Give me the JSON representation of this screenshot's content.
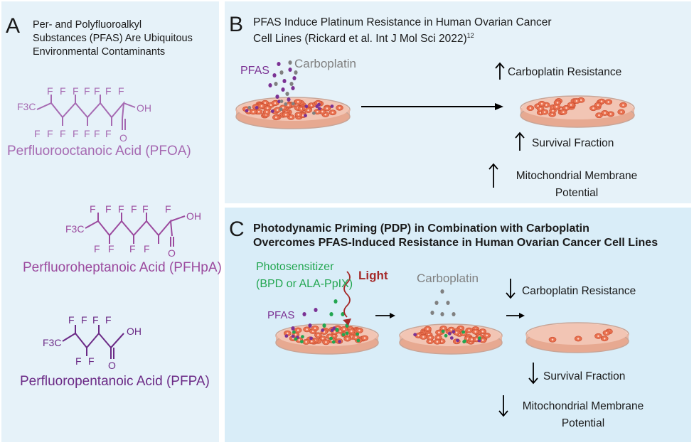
{
  "panel_a": {
    "letter": "A",
    "title_line1": "Per- and Polyfluoroalkyl",
    "title_line2": "Substances (PFAS) Are Ubiquitous",
    "title_line3": "Environmental Contaminants",
    "molecules": [
      {
        "name": "Perfluorooctanoic Acid (PFOA)",
        "color": "#a66ab2"
      },
      {
        "name": "Perfluoroheptanoic Acid (PFHpA)",
        "color": "#9b4a9e"
      },
      {
        "name": "Perfluoropentanoic Acid (PFPA)",
        "color": "#6b2a86"
      }
    ],
    "atoms": {
      "f": "F",
      "o": "O",
      "oh": "OH",
      "f3c": "F3C"
    }
  },
  "panel_b": {
    "letter": "B",
    "title_line1": "PFAS Induce Platinum Resistance in Human Ovarian Cancer",
    "title_line2": "Cell Lines (Rickard et al. Int J Mol Sci 2022)",
    "title_ref": "12",
    "label_pfas": "PFAS",
    "label_carboplatin": "Carboplatin",
    "effect1": "Carboplatin Resistance",
    "effect2": "Survival Fraction",
    "effect3_line1": "Mitochondrial Membrane",
    "effect3_line2": "Potential"
  },
  "panel_c": {
    "letter": "C",
    "title_line1": "Photodynamic Priming (PDP) in Combination with Carboplatin",
    "title_line2": "Overcomes PFAS-Induced Resistance in Human Ovarian Cancer Cell Lines",
    "label_photosensitizer": "Photosensitizer",
    "label_bpd": "(BPD or ALA-PpIX)",
    "label_light": "Light",
    "label_pfas": "PFAS",
    "label_carboplatin": "Carboplatin",
    "effect1": "Carboplatin Resistance",
    "effect2": "Survival Fraction",
    "effect3_line1": "Mitochondrial Membrane",
    "effect3_line2": "Potential"
  },
  "colors": {
    "pfas": "#7b3294",
    "carboplatin": "#808080",
    "photosensitizer": "#22a650",
    "light": "#a52a2a",
    "cell": "#e8704e",
    "dish": "#f2c9b8"
  }
}
